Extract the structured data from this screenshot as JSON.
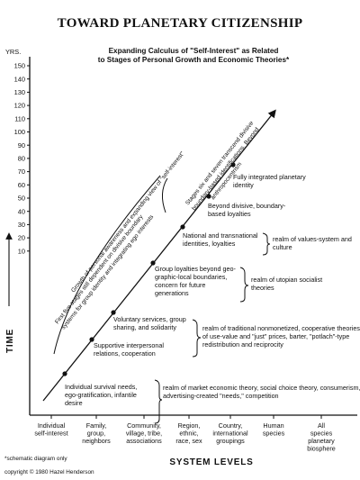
{
  "title": "TOWARD PLANETARY CITIZENSHIP",
  "subtitle": [
    "Expanding Calculus of \"Self-Interest\" as Related",
    "to Stages of Personal Growth and Economic Theories*"
  ],
  "y_axis": {
    "unit": "YRS.",
    "label": "TIME",
    "ticks": [
      "150",
      "140",
      "130",
      "120",
      "110",
      "100",
      "90",
      "80",
      "70",
      "60",
      "50",
      "40",
      "30",
      "20",
      "10"
    ]
  },
  "x_axis": {
    "label": "SYSTEM LEVELS",
    "levels": [
      [
        "Individual",
        "self-interest"
      ],
      [
        "Family,",
        "group,",
        "neighbors"
      ],
      [
        "Community,",
        "village, tribe,",
        "associations"
      ],
      [
        "Region,",
        "ethnic,",
        "race, sex"
      ],
      [
        "Country,",
        "international",
        "groupings"
      ],
      [
        "Human",
        "species"
      ],
      [
        "All",
        "species",
        "planetary",
        "biosphere"
      ]
    ]
  },
  "stages": [
    {
      "label": [
        "Individual survival needs,",
        "ego-gratification, infantile",
        "desire"
      ]
    },
    {
      "label": [
        "Supportive interpersonal",
        "relations, cooperation"
      ]
    },
    {
      "label": [
        "Voluntary services, group",
        "sharing, and solidarity"
      ]
    },
    {
      "label": [
        "Group loyalties beyond geo-",
        "graphic-local boundaries,",
        "concern for future",
        "generations"
      ]
    },
    {
      "label": [
        "National and transnational",
        "identities, loyalties"
      ]
    },
    {
      "label": [
        "Beyond divisive, boundary-",
        "based loyalties"
      ]
    },
    {
      "label": [
        "Fully integrated planetary",
        "identity"
      ]
    }
  ],
  "realms": [
    [
      "realm of market economic theory, social choice theory, consumerism,",
      "advertising-created \"needs,\" competition"
    ],
    [
      "realm of traditional nonmonetized, cooperative theories",
      "of use-value and \"just\" prices, barter, \"potlach\"-type",
      "redistribution and reciprocity"
    ],
    [
      "realm of utopian socialist",
      "theories"
    ],
    [
      "realm of values-system and",
      "culture"
    ]
  ],
  "diagonal_notes": {
    "growth": "Growth of personal awareness and expanding view of \"self-interest\"",
    "first_five": [
      "First five stages still dependent on divisive boundary",
      "systems for group identity and integrating ego interests"
    ],
    "stages_six_seven": [
      "Stages six and seven transcend divisive",
      "boundary-based identifications. Beyond",
      "anthropocentrism"
    ]
  },
  "footnote": "*schematic diagram only",
  "copyright": "copyright © 1980 Hazel Henderson"
}
